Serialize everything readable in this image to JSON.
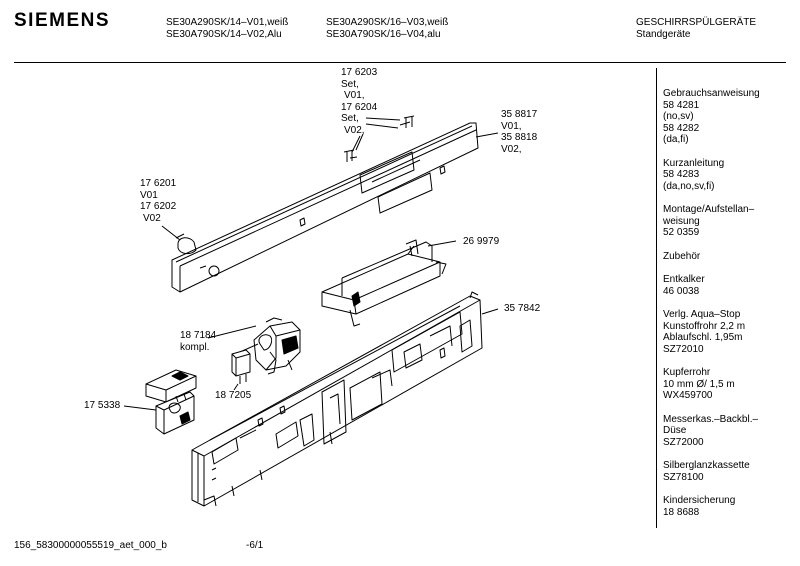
{
  "header": {
    "brand": "SIEMENS",
    "models_col1": [
      "SE30A290SK/14–V01,weiß",
      "SE30A790SK/14–V02,Alu"
    ],
    "models_col2": [
      "SE30A290SK/16–V03,weiß",
      "SE30A790SK/16–V04,alu"
    ],
    "category": [
      "GESCHIRRSPÜLGERÄTE",
      "Standgeräte"
    ]
  },
  "sidebar": [
    [
      "Gebrauchsanweisung",
      "58 4281",
      "(no,sv)",
      "58 4282",
      "(da,fi)"
    ],
    [
      "Kurzanleitung",
      "58 4283",
      "(da,no,sv,fi)"
    ],
    [
      "Montage/Aufstellan–",
      "weisung",
      "52 0359"
    ],
    [
      "Zubehör"
    ],
    [
      "Entkalker",
      "46 0038"
    ],
    [
      "Verlg. Aqua–Stop",
      "Kunstoffrohr 2,2 m",
      "Ablaufschl. 1,95m",
      "SZ72010"
    ],
    [
      "Kupferrohr",
      "10 mm Ø/ 1,5 m",
      "WX459700"
    ],
    [
      "Messerkas.–Backbl.–",
      "Düse",
      "SZ72000"
    ],
    [
      "Silberglanzkassette",
      "SZ78100"
    ],
    [
      "Kindersicherung",
      "18 8688"
    ]
  ],
  "labels": {
    "p176203": [
      "17 6203",
      "Set,",
      "V01,",
      "17 6204",
      "Set,",
      "V02,"
    ],
    "p358817": [
      "35 8817",
      "V01,",
      "35 8818",
      "V02,"
    ],
    "p176201": [
      "17 6201",
      "V01",
      "17 6202",
      "V02"
    ],
    "p269979": [
      "26 9979"
    ],
    "p357842": [
      "35 7842"
    ],
    "p187184": [
      "18 7184",
      "kompl."
    ],
    "p187205": [
      "18 7205"
    ],
    "p175338": [
      "17 5338"
    ]
  },
  "footer": {
    "doc_id": "156_58300000055519_aet_000_b",
    "page": "-6/1"
  }
}
